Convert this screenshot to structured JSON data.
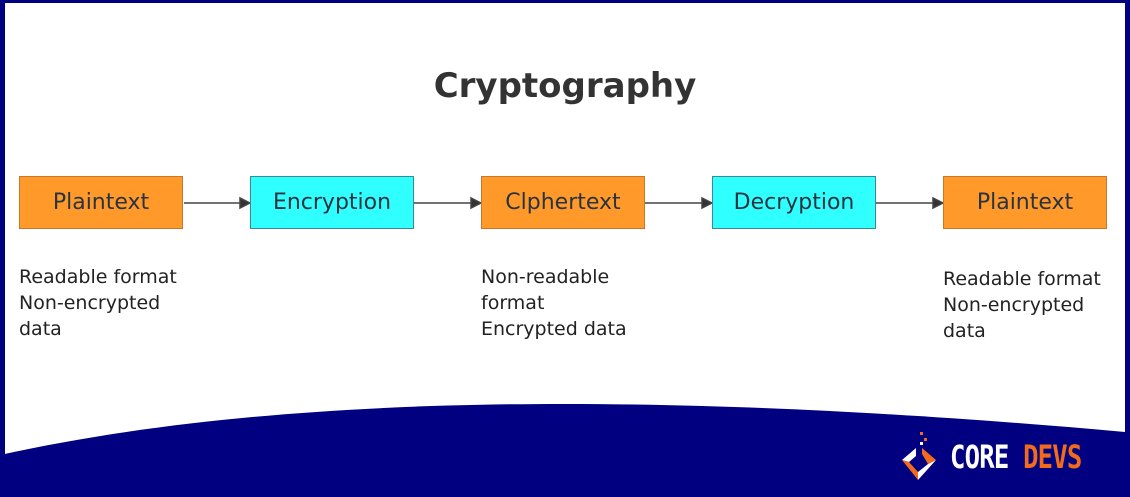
{
  "title": "Cryptography",
  "boxes": [
    {
      "label": "Plaintext",
      "color": "#ff9a2a"
    },
    {
      "label": "Encryption",
      "color": "#2fffff"
    },
    {
      "label": "Clphertext",
      "color": "#ff9a2a"
    },
    {
      "label": "Decryption",
      "color": "#2fffff"
    },
    {
      "label": "Plaintext",
      "color": "#ff9a2a"
    }
  ],
  "notes": {
    "first": [
      "Readable format",
      "Non-encrypted",
      "data"
    ],
    "middle": [
      "Non-readable",
      "format",
      "Encrypted data"
    ],
    "last": [
      "Readable format",
      "Non-encrypted",
      "data"
    ]
  },
  "logo": {
    "word1": "CORE",
    "word2": "DEVS",
    "accent": "#f26b1d",
    "background": "#000080"
  }
}
